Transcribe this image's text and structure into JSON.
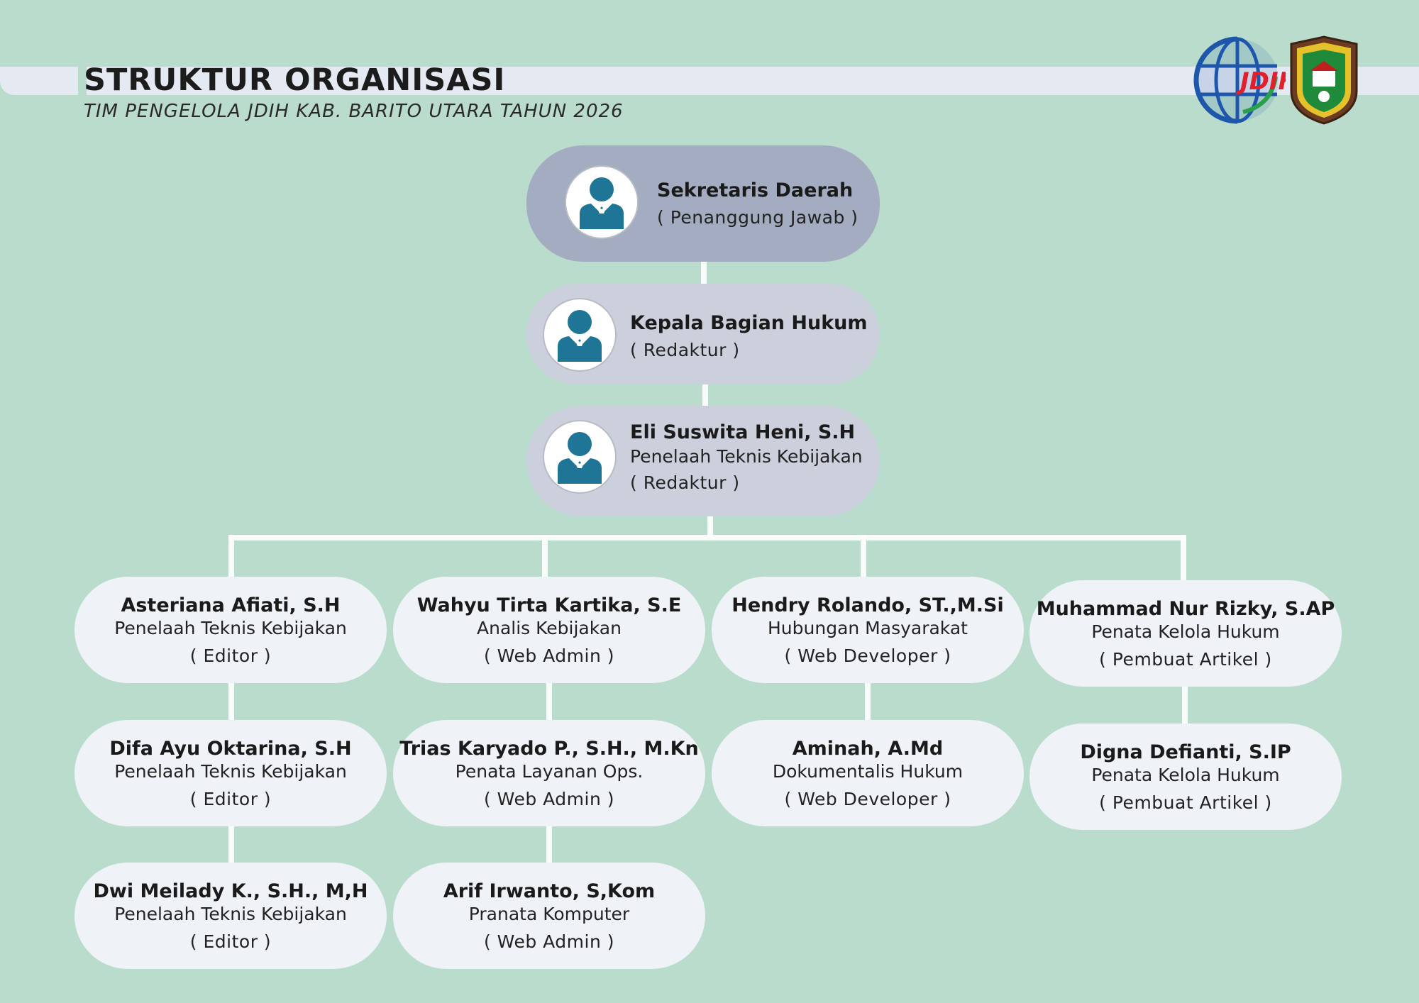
{
  "header": {
    "title": "STRUKTUR ORGANISASI",
    "subtitle": "TIM PENGELOLA JDIH KAB. BARITO UTARA TAHUN 2026",
    "logo_text": "JDIH"
  },
  "colors": {
    "background": "#badccc",
    "top_node": "#a3acc0",
    "mid_node": "#ccd0dc",
    "leaf_node": "#eff3f8",
    "icon": "#1f7596"
  },
  "chain": [
    {
      "name": "Sekretaris Daerah",
      "role": "( Penanggung Jawab )"
    },
    {
      "name": "Kepala Bagian Hukum",
      "role": "( Redaktur )"
    },
    {
      "name": "Eli Suswita Heni, S.H",
      "position": "Penelaah Teknis Kebijakan",
      "role": "( Redaktur )"
    }
  ],
  "columns": [
    [
      {
        "name": "Asteriana Afiati, S.H",
        "position": "Penelaah Teknis Kebijakan",
        "role": "( Editor )"
      },
      {
        "name": "Difa Ayu Oktarina, S.H",
        "position": "Penelaah Teknis Kebijakan",
        "role": "( Editor )"
      },
      {
        "name": "Dwi Meilady K., S.H., M,H",
        "position": "Penelaah Teknis Kebijakan",
        "role": "( Editor )"
      }
    ],
    [
      {
        "name": "Wahyu Tirta Kartika, S.E",
        "position": "Analis Kebijakan",
        "role": "( Web Admin )"
      },
      {
        "name": "Trias Karyado P., S.H., M.Kn",
        "position": "Penata Layanan Ops.",
        "role": "( Web Admin )"
      },
      {
        "name": "Arif Irwanto, S,Kom",
        "position": "Pranata Komputer",
        "role": "( Web Admin )"
      }
    ],
    [
      {
        "name": "Hendry Rolando, ST.,M.Si",
        "position": "Hubungan Masyarakat",
        "role": "( Web Developer )"
      },
      {
        "name": "Aminah, A.Md",
        "position": "Dokumentalis Hukum",
        "role": "( Web Developer )"
      }
    ],
    [
      {
        "name": "Muhammad Nur Rizky, S.AP",
        "position": "Penata Kelola Hukum",
        "role": "( Pembuat Artikel )"
      },
      {
        "name": "Digna Defianti, S.IP",
        "position": "Penata Kelola Hukum",
        "role": "( Pembuat Artikel )"
      }
    ]
  ]
}
